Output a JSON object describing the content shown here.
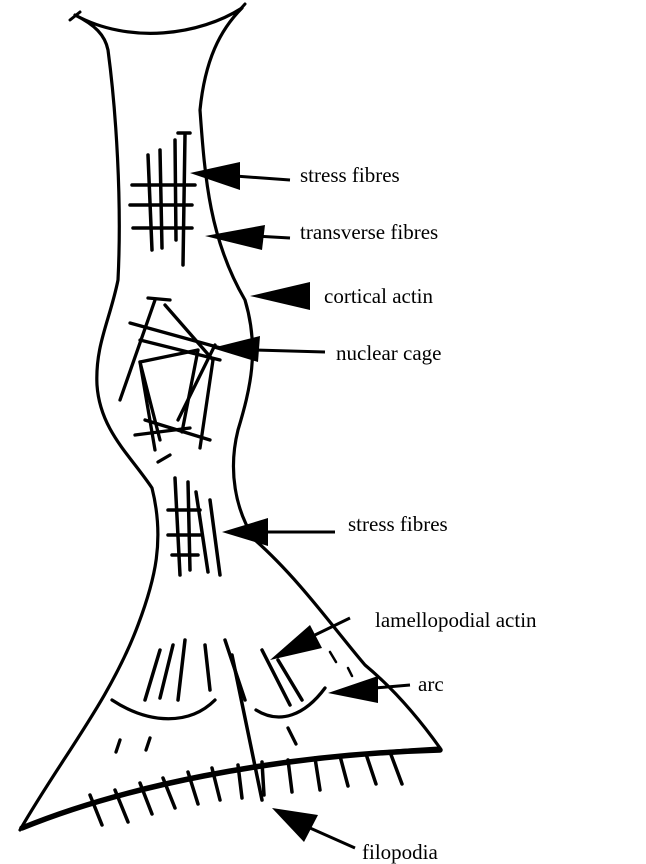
{
  "labels": {
    "stress_fibres_top": "stress fibres",
    "transverse_fibres": "transverse fibres",
    "cortical_actin": "cortical actin",
    "nuclear_cage": "nuclear cage",
    "stress_fibres_mid": "stress fibres",
    "lamellopodial_actin": "lamellopodial actin",
    "arc": "arc",
    "filopodia": "filopodia"
  },
  "colors": {
    "ink": "#000000",
    "background": "#ffffff"
  }
}
